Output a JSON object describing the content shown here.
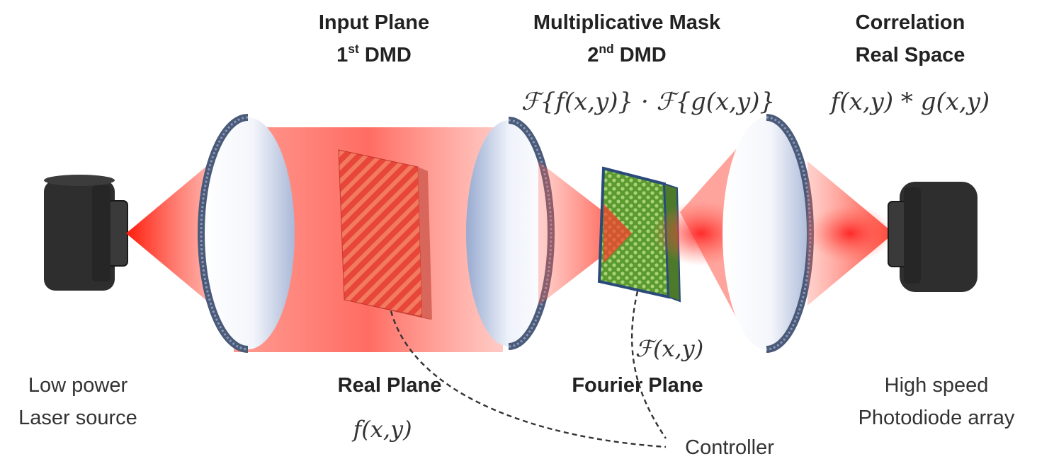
{
  "labels": {
    "input_plane": "Input Plane",
    "input_dmd_num": "1",
    "input_dmd_sup": "st",
    "input_dmd_name": "DMD",
    "mask_title": "Multiplicative Mask",
    "mask_dmd_num": "2",
    "mask_dmd_sup": "nd",
    "mask_dmd_name": "DMD",
    "correlation": "Correlation",
    "real_space": "Real Space",
    "laser_line1": "Low power",
    "laser_line2": "Laser source",
    "real_plane": "Real Plane",
    "fourier_plane": "Fourier Plane",
    "detector_line1": "High speed",
    "detector_line2": "Photodiode array",
    "controller": "Controller"
  },
  "equations": {
    "mask_product": "ℱ{f(x,y)} · ℱ{g(x,y)}",
    "correlation": "f(x,y) * g(x,y)",
    "fourier": "ℱ(x,y)",
    "real": "f(x,y)"
  },
  "colors": {
    "beam": "#ff2a1a",
    "lens_rim": "#4a5a78",
    "housing": "#2c2c2c",
    "dmd1": "#e8463a",
    "dmd2": "#6fae3c"
  }
}
